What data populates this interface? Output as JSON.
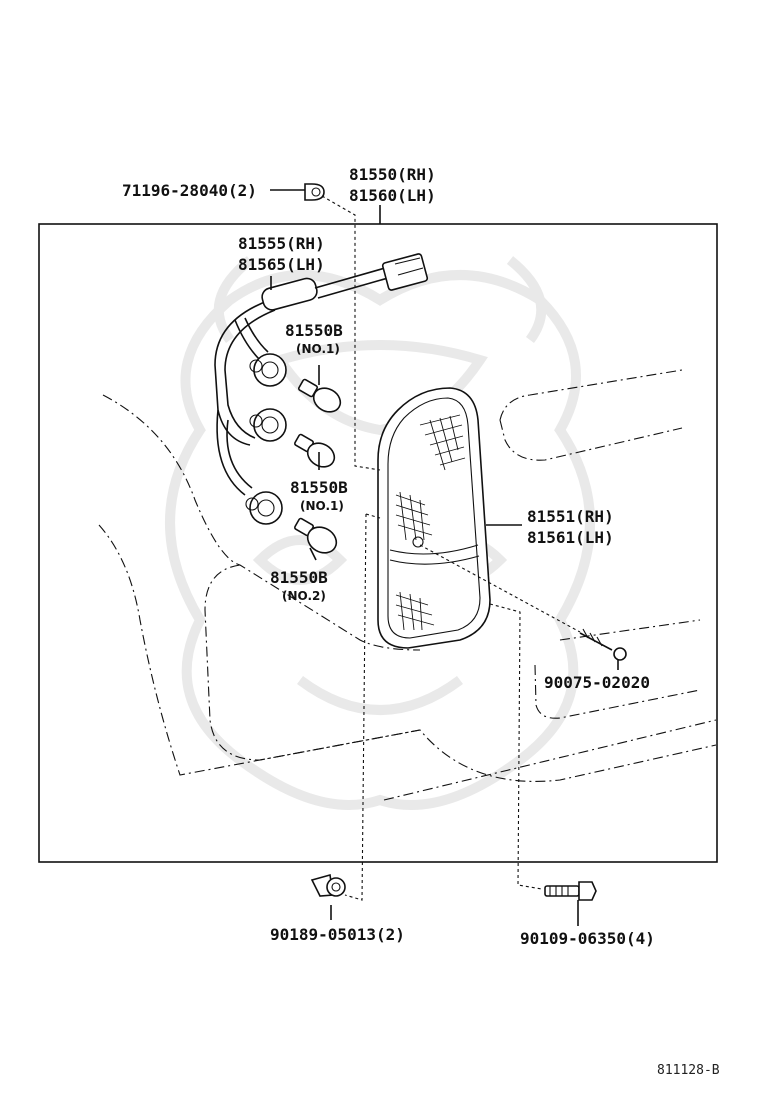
{
  "callouts": {
    "screw_top": "71196-28040(2)",
    "lamp_assy_rh": "81550(RH)",
    "lamp_assy_lh": "81560(LH)",
    "socket_rh": "81555(RH)",
    "socket_lh": "81565(LH)",
    "bulb1_part": "81550B",
    "bulb1_note": "(NO.1)",
    "bulb2_part": "81550B",
    "bulb2_note": "(NO.1)",
    "bulb3_part": "81550B",
    "bulb3_note": "(NO.2)",
    "lens_rh": "81551(RH)",
    "lens_lh": "81561(LH)",
    "screw_right": "90075-02020",
    "clip_bottom": "90189-05013(2)",
    "bolt_bottom": "90109-06350(4)"
  },
  "footer": {
    "figure_code": "811128-B"
  }
}
